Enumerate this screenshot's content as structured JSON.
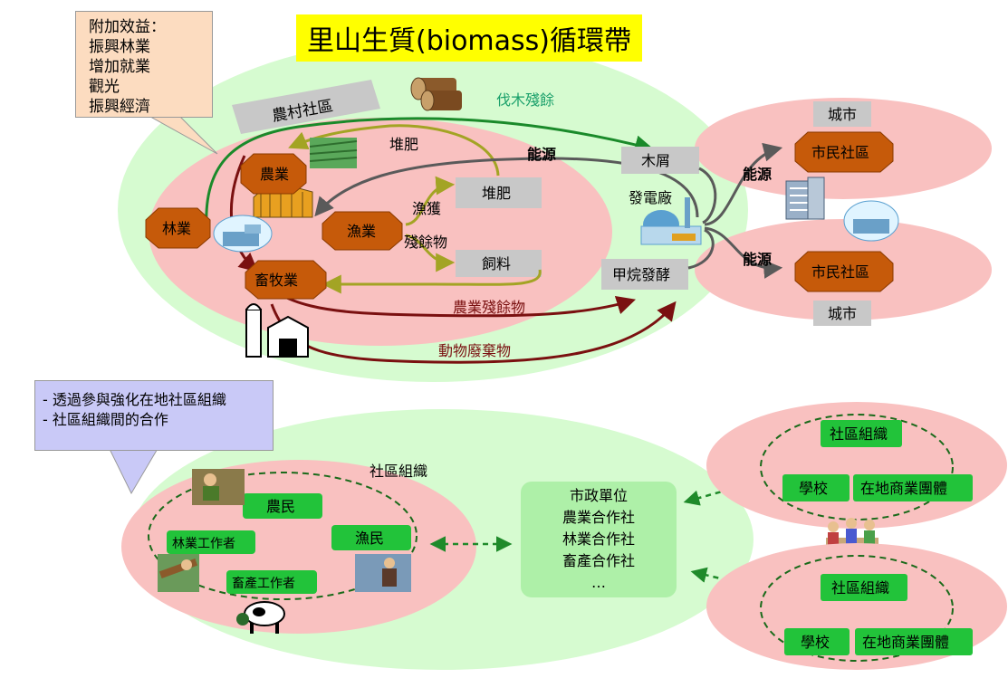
{
  "title": "里山生質(biomass)循環帶",
  "benefits": {
    "title": "附加效益：",
    "items": [
      "振興林業",
      "增加就業",
      "觀光",
      "振興經濟"
    ]
  },
  "top_diagram": {
    "village": "農村社區",
    "sectors": {
      "agriculture": "農業",
      "forestry": "林業",
      "fishery": "漁業",
      "livestock": "畜牧業"
    },
    "outputs": {
      "compost": "堆肥",
      "feed": "飼料",
      "wood_chips": "木屑",
      "methane": "甲烷發酵",
      "power_plant": "發電廠"
    },
    "flows": {
      "logging_residue": "伐木殘餘",
      "compost_flow": "堆肥",
      "energy_main": "能源",
      "catch": "漁獲",
      "residue": "殘餘物",
      "crop_residue": "農業殘餘物",
      "animal_waste": "動物廢棄物",
      "energy_city_1": "能源",
      "energy_city_2": "能源"
    },
    "cities": {
      "city_label_1": "城市",
      "community_1": "市民社區",
      "city_label_2": "城市",
      "community_2": "市民社區"
    }
  },
  "bottom_diagram": {
    "note_items": [
      "-  透過參與強化在地社區組織",
      "-  社區組織間的合作"
    ],
    "community_org": "社區組織",
    "actors": {
      "farmers": "農民",
      "fishers": "漁民",
      "forestry_workers": "林業工作者",
      "livestock_workers": "畜產工作者"
    },
    "municipal_lines": [
      "市政單位",
      "農業合作社",
      "林業合作社",
      "畜產合作社",
      "…"
    ],
    "org_1": {
      "title": "社區組織",
      "school": "學校",
      "business": "在地商業團體"
    },
    "org_2": {
      "title": "社區組織",
      "school": "學校",
      "business": "在地商業團體"
    }
  },
  "colors": {
    "outer_green": "#d6fbd0",
    "inner_pink": "#f9c1c0",
    "octagon_brown": "#c65a0a",
    "gray_box": "#c8c8c8",
    "green_box": "#22c33a",
    "dark_green_line": "#1a8a2a",
    "olive_line": "#a3a424",
    "dark_red_line": "#7a1010",
    "teal_text": "#1aa06a",
    "title_yellow": "#ffff00",
    "callout_orange": "#fcdcc0",
    "callout_purple": "#c9c9f7"
  }
}
